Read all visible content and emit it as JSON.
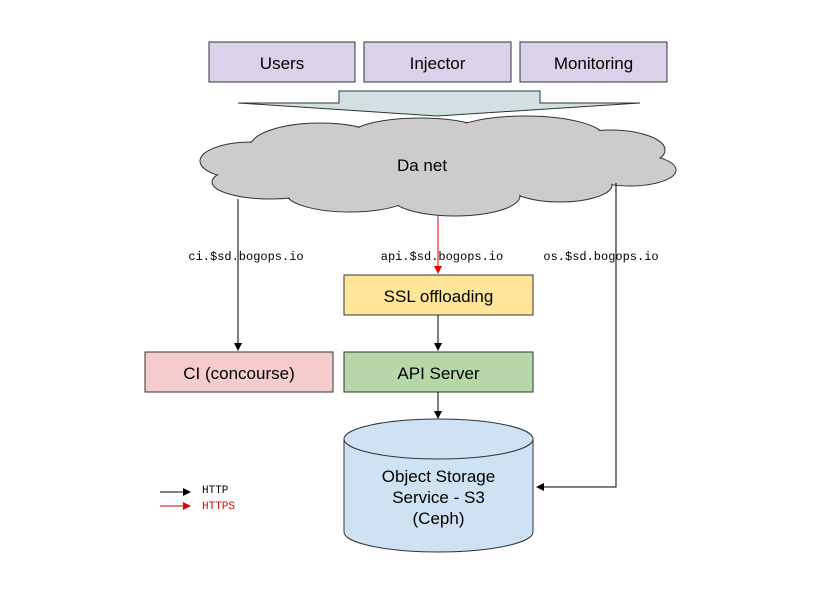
{
  "sources": {
    "users": "Users",
    "injector": "Injector",
    "monitoring": "Monitoring"
  },
  "cloud": {
    "label": "Da net"
  },
  "edges": {
    "ci": "ci.$sd.bogops.io",
    "api": "api.$sd.bogops.io",
    "os": "os.$sd.bogops.io"
  },
  "nodes": {
    "ssl": "SSL offloading",
    "api_server": "API Server",
    "ci": "CI (concourse)",
    "storage_line1": "Object Storage",
    "storage_line2": "Service - S3",
    "storage_line3": "(Ceph)"
  },
  "legend": {
    "http": "HTTP",
    "https": "HTTPS"
  },
  "colors": {
    "source_fill": "#d9d2e9",
    "cloud_fill": "#cccccc",
    "arrow_fill": "#d0e0e3",
    "ssl_fill": "#ffe599",
    "api_fill": "#b6d7a8",
    "ci_fill": "#f4cccc",
    "storage_fill": "#cfe2f3",
    "https_color": "#e00000",
    "http_color": "#000000"
  }
}
